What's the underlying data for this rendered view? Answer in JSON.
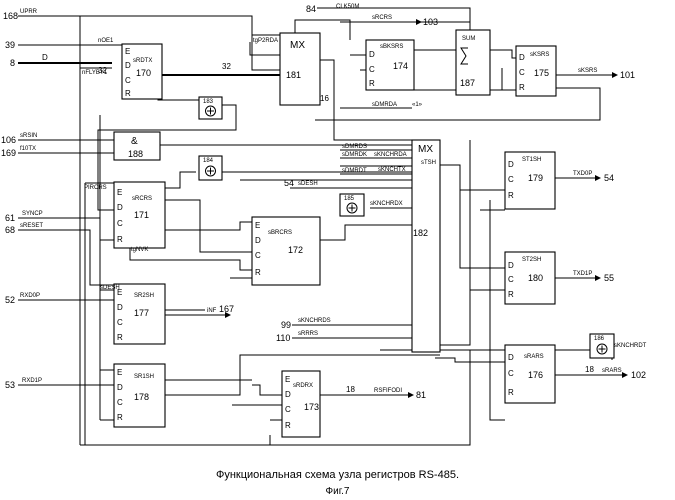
{
  "blocks": [
    {
      "name": "sRDTX",
      "id": "170"
    },
    {
      "name": "MX",
      "id": "181"
    },
    {
      "name": "sBKSRS",
      "id": "174"
    },
    {
      "name": "SUM",
      "id": "187"
    },
    {
      "name": "sKSRS",
      "id": "175"
    },
    {
      "name": "&",
      "id": "188"
    },
    {
      "name": "sRCRS",
      "id": "171"
    },
    {
      "name": "sBRCRS",
      "id": "172"
    },
    {
      "name": "SR2SH",
      "id": "177"
    },
    {
      "name": "SR1SH",
      "id": "178"
    },
    {
      "name": "sRDRX",
      "id": "173"
    },
    {
      "name": "MX",
      "id": "182"
    },
    {
      "name": "ST1SH",
      "id": "179"
    },
    {
      "name": "ST2SH",
      "id": "180"
    },
    {
      "name": "sRARS",
      "id": "176"
    }
  ],
  "adders": [
    "183",
    "184",
    "185",
    "186"
  ],
  "pins": {
    "e": "E",
    "d": "D",
    "c": "C",
    "r": "R"
  },
  "inputs": [
    {
      "num": "168",
      "signal": "UPRR"
    },
    {
      "num": "39",
      "signal": "nOE1"
    },
    {
      "num": "8",
      "signal": "D"
    },
    {
      "num": "106",
      "signal": "sRSIN"
    },
    {
      "num": "169",
      "signal": "f10TX"
    },
    {
      "num": "61",
      "signal": "SYNCP"
    },
    {
      "num": "68",
      "signal": "sRESET"
    },
    {
      "num": "52",
      "signal": "RXD0P"
    },
    {
      "num": "53",
      "signal": "RXD1P"
    },
    {
      "num": "84",
      "signal": "CLK50M"
    },
    {
      "num": "99",
      "signal": "sKNCHRDS"
    },
    {
      "num": "110",
      "signal": "sRRRS"
    }
  ],
  "outputs": [
    {
      "num": "103",
      "signal": "sRCRS"
    },
    {
      "num": "101",
      "signal": "sKSRS"
    },
    {
      "num": "54",
      "signal": "TXD0P"
    },
    {
      "num": "55",
      "signal": "TXD1P"
    },
    {
      "num": "167",
      "signal": "iNF"
    },
    {
      "num": "102",
      "signal": "sRARS"
    },
    {
      "num": "81",
      "signal": "RSFIFODI"
    }
  ],
  "signals": {
    "nflyby1": "nFLYBY1",
    "bus32a": "32",
    "bus32b": "32",
    "bus16": "16",
    "bus18a": "18",
    "bus18b": "18",
    "tgp2rda": "tgP2RDA",
    "sdmrda": "sDMRDA",
    "e1": "«1»",
    "sdmrds": "sDMRDS",
    "sdmrdk": "sDMRDK",
    "sdmrdt": "sDMRDT",
    "sknchrda": "sKNCHRDA",
    "sknchtx": "sKNCHTX",
    "stsh": "sTSH",
    "sdesh": "sDESH",
    "sdesh2": "sDESH",
    "pircrs": "PIRCRS",
    "sknchrdx": "sKNCHRDX",
    "tgnvk": "tgNVK",
    "sknchrdt": "sKNCHRDT"
  },
  "caption": "Функциональная схема  узла регистров RS-485.",
  "figure": "Фиг.7"
}
